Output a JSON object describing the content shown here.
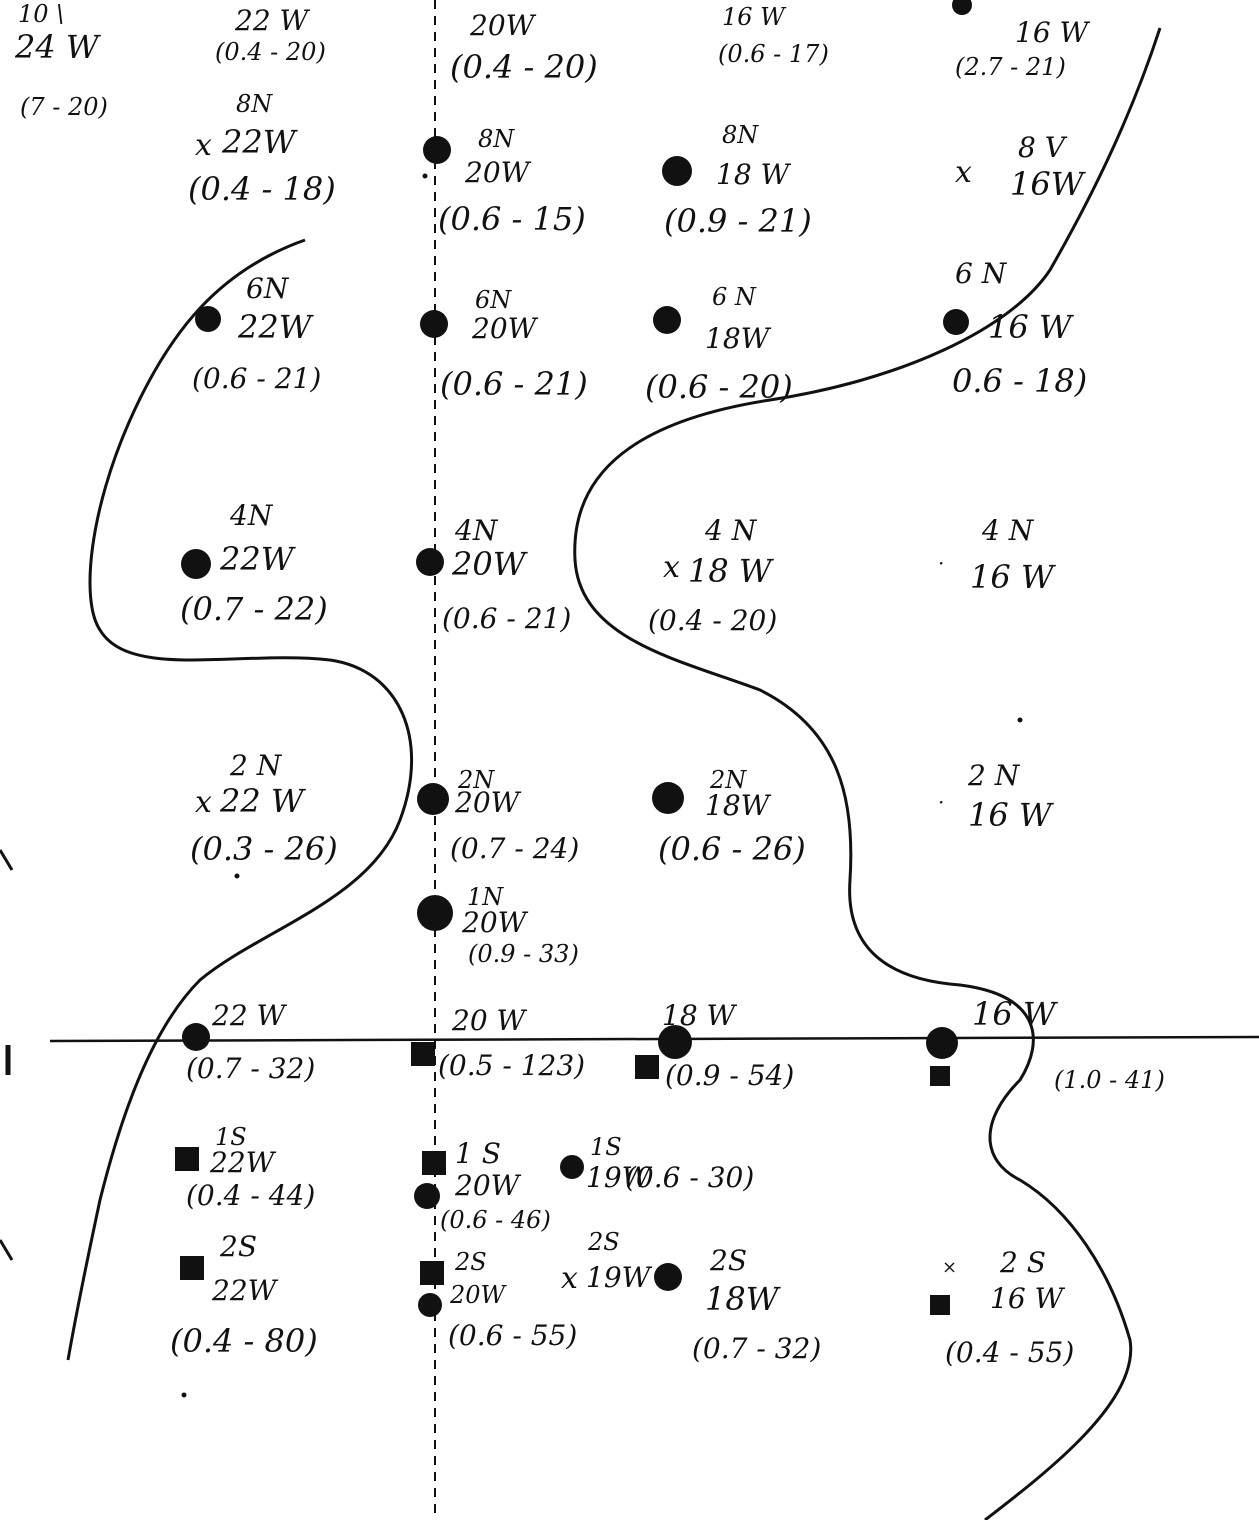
{
  "ink_color": "#111111",
  "paper_color": "#ffffff",
  "stations": [
    {
      "lat": "10 \\",
      "lon": "24 W",
      "range": "(7 - 20)",
      "mark": "none"
    },
    {
      "lat": "",
      "lon": "22 W",
      "range": "(0.4 - 20)",
      "mark": "none"
    },
    {
      "lat": "",
      "lon": "20W",
      "range": "(0.4 - 20)",
      "mark": "none"
    },
    {
      "lat": "",
      "lon": "16 W",
      "range": "(0.6 - 17)",
      "mark": "none"
    },
    {
      "lat": "",
      "lon": "16 W",
      "range": "(2.7 - 21)",
      "mark": "dot"
    },
    {
      "lat": "8N",
      "lon": "22W",
      "range": "(0.4 - 18)",
      "mark": "x"
    },
    {
      "lat": "8N",
      "lon": "20W",
      "range": "(0.6 - 15)",
      "mark": "dot"
    },
    {
      "lat": "8N",
      "lon": "18 W",
      "range": "(0.9 - 21)",
      "mark": "dot"
    },
    {
      "lat": "8 V",
      "lon": "16W",
      "range": "",
      "mark": "x"
    },
    {
      "lat": "6N",
      "lon": "22W",
      "range": "(0.6 - 21)",
      "mark": "dot"
    },
    {
      "lat": "6N",
      "lon": "20W",
      "range": "(0.6 - 21)",
      "mark": "dot"
    },
    {
      "lat": "6 N",
      "lon": "18W",
      "range": "(0.6 - 20)",
      "mark": "dot"
    },
    {
      "lat": "6 N",
      "lon": "16 W",
      "range": "0.6 - 18)",
      "mark": "dot"
    },
    {
      "lat": "4N",
      "lon": "22W",
      "range": "(0.7 - 22)",
      "mark": "dot"
    },
    {
      "lat": "4N",
      "lon": "20W",
      "range": "(0.6 - 21)",
      "mark": "dot"
    },
    {
      "lat": "4 N",
      "lon": "18 W",
      "range": "(0.4 - 20)",
      "mark": "x"
    },
    {
      "lat": "4 N",
      "lon": "16 W",
      "range": "",
      "mark": "tick"
    },
    {
      "lat": "2 N",
      "lon": "22 W",
      "range": "(0.3 - 26)",
      "mark": "x"
    },
    {
      "lat": "2N",
      "lon": "20W",
      "range": "(0.7 - 24)",
      "mark": "dot"
    },
    {
      "lat": "2N",
      "lon": "18W",
      "range": "(0.6 - 26)",
      "mark": "dot"
    },
    {
      "lat": "2 N",
      "lon": "16 W",
      "range": "",
      "mark": "tick"
    },
    {
      "lat": "1N",
      "lon": "20W",
      "range": "(0.9 - 33)",
      "mark": "dot"
    },
    {
      "lat": "",
      "lon": "22 W",
      "range": "(0.7 - 32)",
      "mark": "dot"
    },
    {
      "lat": "",
      "lon": "20 W",
      "range": "(0.5 - 123)",
      "mark": "square"
    },
    {
      "lat": "",
      "lon": "18 W",
      "range": "(0.9 - 54)",
      "mark": "dot+square"
    },
    {
      "lat": "",
      "lon": "16 W",
      "range": "(1.0 - 41)",
      "mark": "dot+square"
    },
    {
      "lat": "1S",
      "lon": "22W",
      "range": "(0.4 - 44)",
      "mark": "square"
    },
    {
      "lat": "1 S",
      "lon": "20W",
      "range": "(0.6 - 46)",
      "mark": "square+dot"
    },
    {
      "lat": "1S",
      "lon": "19W",
      "range": "(0.6 - 30)",
      "mark": "dot"
    },
    {
      "lat": "2S",
      "lon": "22W",
      "range": "(0.4 - 80)",
      "mark": "square"
    },
    {
      "lat": "2S",
      "lon": "20W",
      "range": "(0.6 - 55)",
      "mark": "square+dot"
    },
    {
      "lat": "2S",
      "lon": "19W",
      "range": "",
      "mark": "x"
    },
    {
      "lat": "2S",
      "lon": "18W",
      "range": "(0.7 - 32)",
      "mark": "dot"
    },
    {
      "lat": "2 S",
      "lon": "16 W",
      "range": "(0.4 - 55)",
      "mark": "square+x"
    }
  ]
}
